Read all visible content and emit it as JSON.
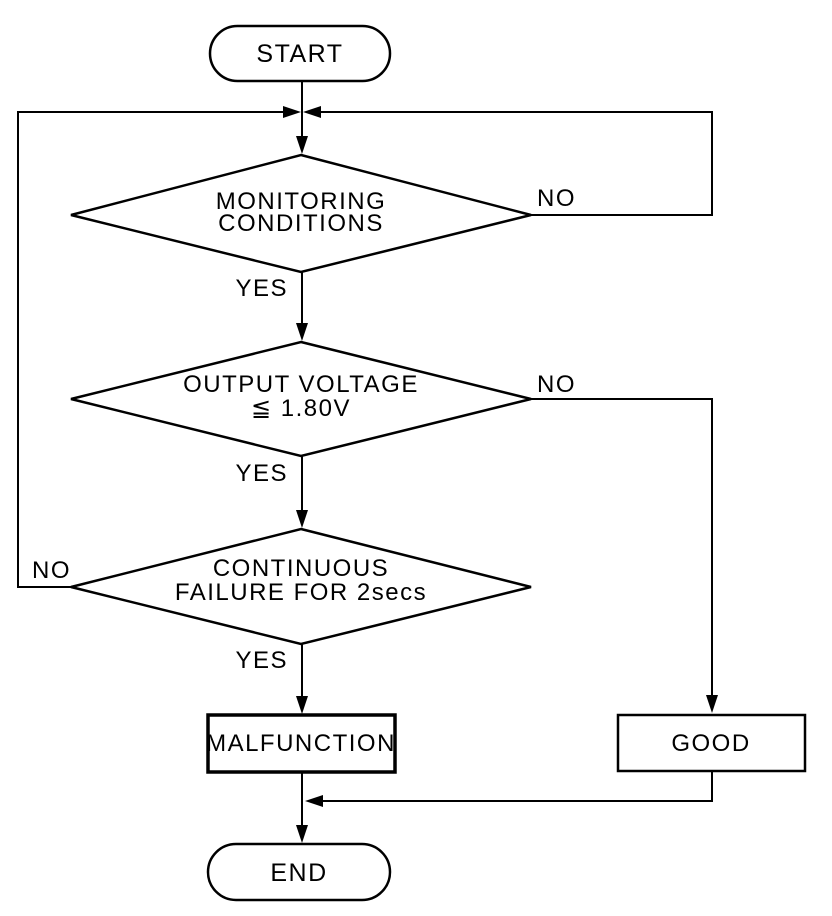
{
  "diagram": {
    "type": "flowchart",
    "colors": {
      "background": "#ffffff",
      "line": "#000000",
      "text": "#000000"
    },
    "nodes": {
      "start": {
        "label": "START",
        "shape": "terminator"
      },
      "decision_monitoring": {
        "line1": "MONITORING",
        "line2": "CONDITIONS",
        "shape": "decision"
      },
      "decision_voltage": {
        "line1": "OUTPUT VOLTAGE",
        "line2": "≦ 1.80V",
        "shape": "decision"
      },
      "decision_failure": {
        "line1": "CONTINUOUS",
        "line2": "FAILURE FOR 2secs",
        "shape": "decision"
      },
      "malfunction": {
        "label": "MALFUNCTION",
        "shape": "process"
      },
      "good": {
        "label": "GOOD",
        "shape": "process"
      },
      "end": {
        "label": "END",
        "shape": "terminator"
      }
    },
    "edge_labels": {
      "monitoring_yes": "YES",
      "monitoring_no": "NO",
      "voltage_yes": "YES",
      "voltage_no": "NO",
      "failure_yes": "YES",
      "failure_no": "NO"
    },
    "edges": [
      {
        "from": "start",
        "to": "decision_monitoring",
        "label": ""
      },
      {
        "from": "decision_monitoring",
        "to": "decision_voltage",
        "label": "YES"
      },
      {
        "from": "decision_monitoring",
        "to": "decision_monitoring",
        "label": "NO",
        "route": "right-loop-back-to-top"
      },
      {
        "from": "decision_voltage",
        "to": "decision_failure",
        "label": "YES"
      },
      {
        "from": "decision_voltage",
        "to": "good",
        "label": "NO",
        "route": "right-down"
      },
      {
        "from": "decision_failure",
        "to": "malfunction",
        "label": "YES"
      },
      {
        "from": "decision_failure",
        "to": "decision_monitoring",
        "label": "NO",
        "route": "left-loop-back-to-top"
      },
      {
        "from": "malfunction",
        "to": "end",
        "label": ""
      },
      {
        "from": "good",
        "to": "end",
        "label": "",
        "route": "down-left-merge"
      }
    ]
  }
}
